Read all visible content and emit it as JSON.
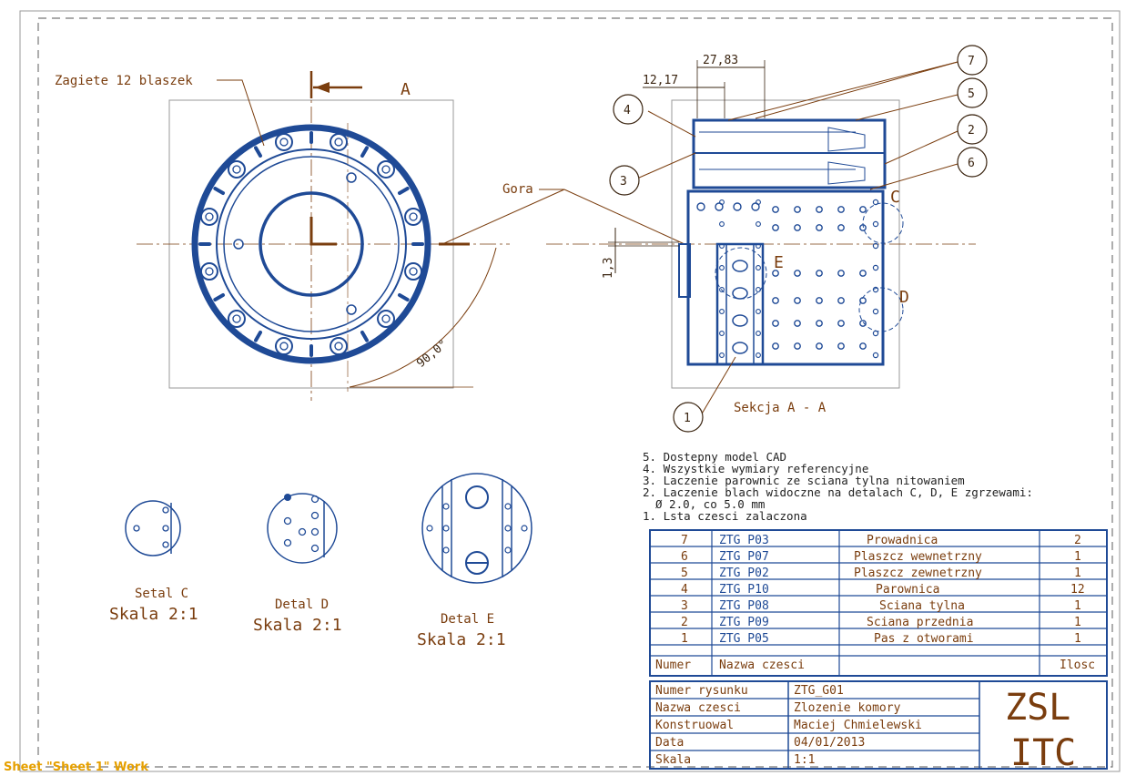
{
  "colors": {
    "part_blue": "#1f4a96",
    "annotation_brown": "#7a3d0e",
    "frame_gray": "#777777",
    "sheet_tab": "#e6a000"
  },
  "sheet_tab": "Sheet \"Sheet 1\" Work",
  "front_view": {
    "label_blades": "Zagiete 12 blaszek",
    "section_letter": "A",
    "label_top": "Gora",
    "angle": "90,0°"
  },
  "section_view": {
    "dim_outer": "27,83",
    "dim_inner": "12,17",
    "dim_offset": "1,3",
    "title": "Sekcja A - A",
    "detail_marks": [
      "C",
      "D",
      "E"
    ],
    "balloons": [
      "7",
      "5",
      "4",
      "2",
      "3",
      "6",
      "1"
    ]
  },
  "details": [
    {
      "name": "Setal C",
      "scale": "Skala 2:1"
    },
    {
      "name": "Detal D",
      "scale": "Skala 2:1"
    },
    {
      "name": "Detal E",
      "scale": "Skala 2:1"
    }
  ],
  "notes": [
    "5. Dostepny model CAD",
    "4. Wszystkie wymiary referencyjne",
    "3. Laczenie parownic ze sciana tylna nitowaniem",
    "2. Laczenie blach widoczne na detalach C, D, E zgrzewami:",
    "Ø 2.0, co 5.0 mm",
    "1. Lsta czesci zalaczona"
  ],
  "parts_list": {
    "rows": [
      {
        "num": "7",
        "code": "ZTG_P03",
        "name": "Prowadnica",
        "qty": "2"
      },
      {
        "num": "6",
        "code": "ZTG_P07",
        "name": "Plaszcz wewnetrzny",
        "qty": "1"
      },
      {
        "num": "5",
        "code": "ZTG_P02",
        "name": "Plaszcz zewnetrzny",
        "qty": "1"
      },
      {
        "num": "4",
        "code": "ZTG_P10",
        "name": "Parownica",
        "qty": "12"
      },
      {
        "num": "3",
        "code": "ZTG_P08",
        "name": "Sciana tylna",
        "qty": "1"
      },
      {
        "num": "2",
        "code": "ZTG_P09",
        "name": "Sciana przednia",
        "qty": "1"
      },
      {
        "num": "1",
        "code": "ZTG_P05",
        "name": "Pas z otworami",
        "qty": "1"
      }
    ],
    "header": {
      "num": "Numer",
      "name": "Nazwa czesci",
      "qty": "Ilosc"
    }
  },
  "title_block": {
    "rows": [
      {
        "label": "Numer rysunku",
        "value": "ZTG_G01"
      },
      {
        "label": "Nazwa czesci",
        "value": "Zlozenie komory"
      },
      {
        "label": "Konstruowal",
        "value": "Maciej Chmielewski"
      },
      {
        "label": "Data",
        "value": "04/01/2013"
      },
      {
        "label": "Skala",
        "value": "1:1"
      }
    ],
    "logo_top": "ZSL",
    "logo_bottom": "ITC"
  }
}
